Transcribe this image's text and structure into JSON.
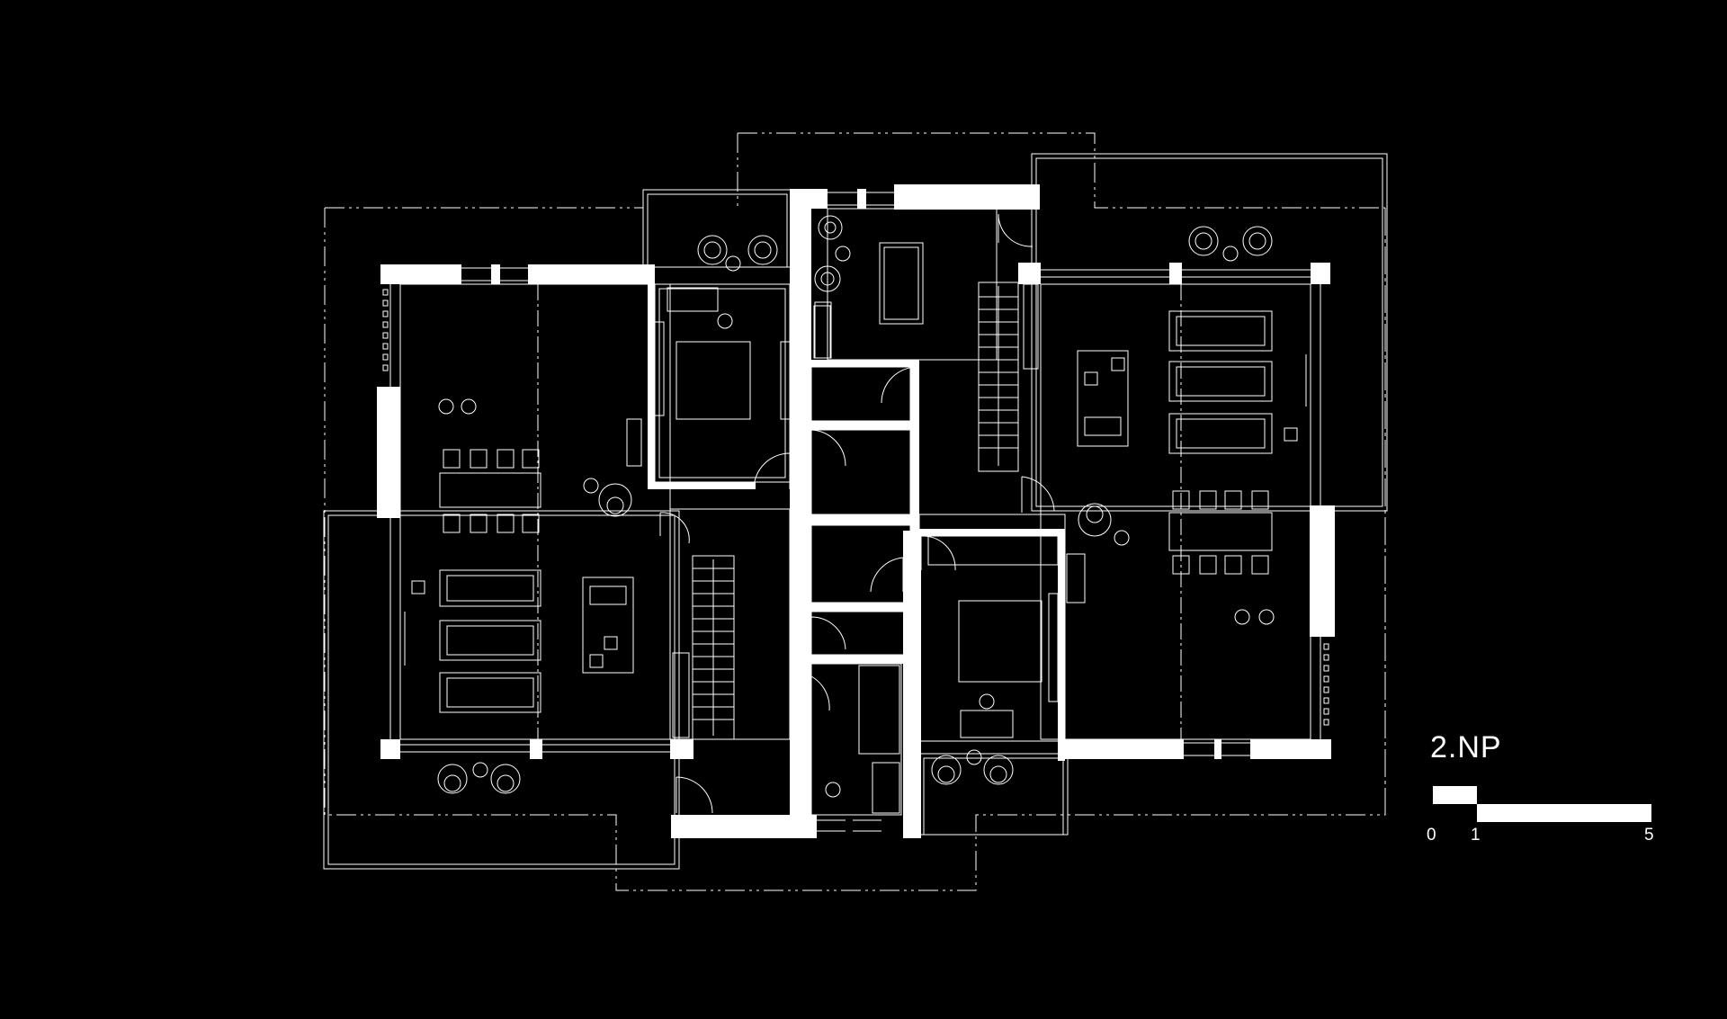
{
  "level_label": "2.NP",
  "scale": {
    "ticks": [
      "0",
      "1",
      "5"
    ],
    "unit": ""
  },
  "colors": {
    "background": "#000000",
    "line": "#ffffff"
  },
  "icons": {
    "stairs": "stair-flight",
    "table": "table-with-chairs",
    "sofa": "sofa",
    "bed": "double-bed",
    "plants": "plant-pots",
    "door": "door-swing"
  }
}
